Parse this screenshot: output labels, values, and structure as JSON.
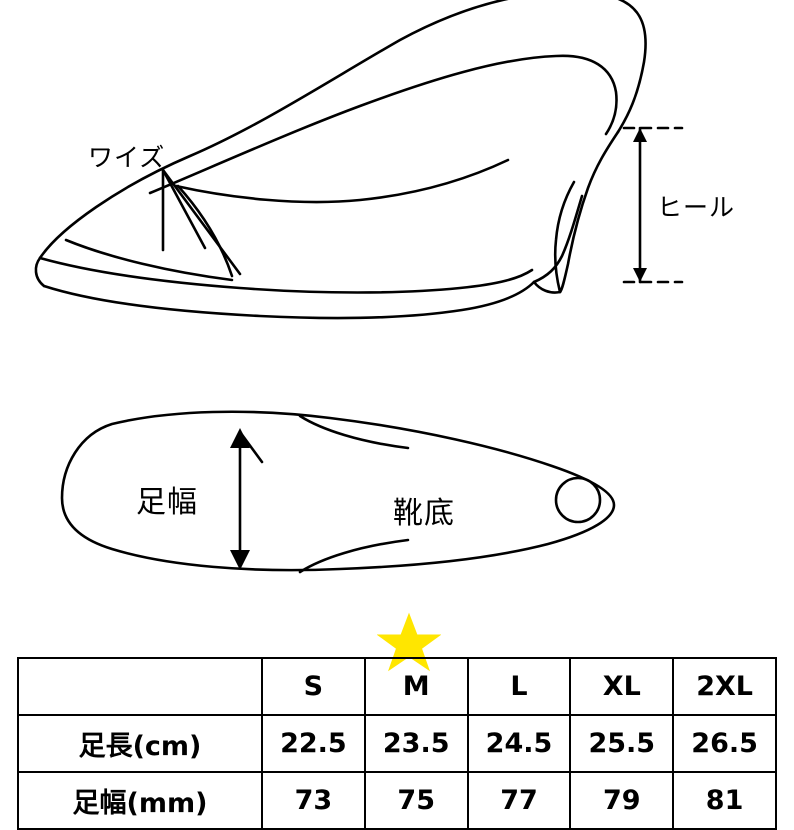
{
  "diagram": {
    "labels": {
      "width_label": "ワイズ",
      "heel_label": "ヒール",
      "foot_width_label": "足幅",
      "sole_label": "靴底"
    },
    "icons": {
      "star": "star-icon",
      "heel_dimension": "heel-dimension-arrow-icon",
      "width_pointer": "width-pointer-arrow-icon",
      "foot_width_arrow": "foot-width-arrow-icon"
    },
    "colors": {
      "outline": "#000000",
      "star_fill": "#ffe600",
      "background": "#ffffff"
    }
  },
  "size_table": {
    "corner_label": "",
    "columns": [
      "S",
      "M",
      "L",
      "XL",
      "2XL"
    ],
    "rows": [
      {
        "label": "足長(cm)",
        "values": [
          "22.5",
          "23.5",
          "24.5",
          "25.5",
          "26.5"
        ]
      },
      {
        "label": "足幅(mm)",
        "values": [
          "73",
          "75",
          "77",
          "79",
          "81"
        ]
      }
    ],
    "highlighted_column": "M"
  }
}
